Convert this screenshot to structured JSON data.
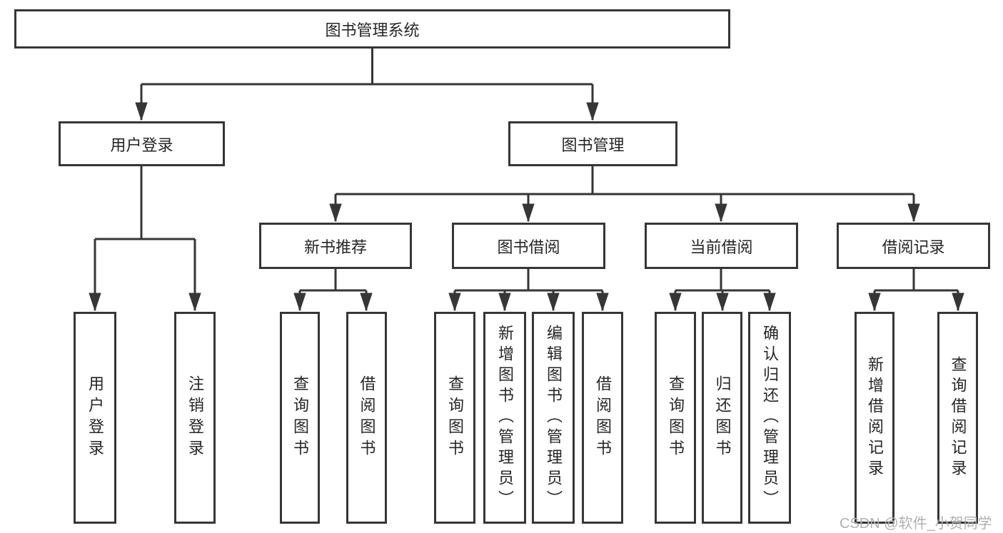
{
  "tree": {
    "label": "图书管理系统",
    "children": [
      {
        "label": "用户登录",
        "children": [
          {
            "label": "用户登录"
          },
          {
            "label": "注销登录"
          }
        ]
      },
      {
        "label": "图书管理",
        "children": [
          {
            "label": "新书推荐",
            "children": [
              {
                "label": "查询图书"
              },
              {
                "label": "借阅图书"
              }
            ]
          },
          {
            "label": "图书借阅",
            "children": [
              {
                "label": "查询图书"
              },
              {
                "label": "新增图书（管理员）"
              },
              {
                "label": "编辑图书（管理员）"
              },
              {
                "label": "借阅图书"
              }
            ]
          },
          {
            "label": "当前借阅",
            "children": [
              {
                "label": "查询图书"
              },
              {
                "label": "归还图书"
              },
              {
                "label": "确认归还（管理员）"
              }
            ]
          },
          {
            "label": "借阅记录",
            "children": [
              {
                "label": "新增借阅记录"
              },
              {
                "label": "查询借阅记录"
              }
            ]
          }
        ]
      }
    ]
  },
  "watermark": {
    "text": "CSDN @软件_小贺同学"
  },
  "colors": {
    "line": "#363636",
    "box_border": "#363636",
    "text": "#262626",
    "watermark": "#b0b0b0",
    "background": "#ffffff"
  }
}
